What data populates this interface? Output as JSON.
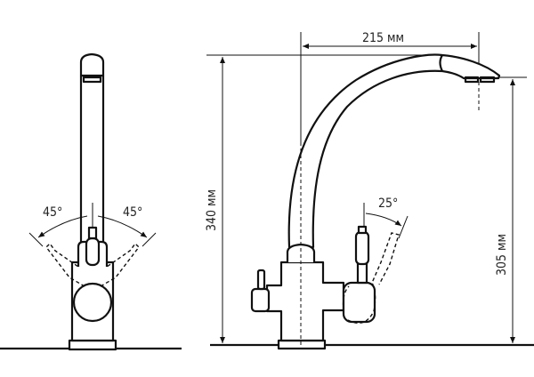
{
  "front_view": {
    "angle_left_label": "45°",
    "angle_right_label": "45°",
    "handle_angle_left_deg": 45,
    "handle_angle_right_deg": 45
  },
  "side_view": {
    "total_height_label": "340 мм",
    "spout_height_label": "305 мм",
    "spout_reach_label": "215 мм",
    "lever_angle_label": "25°",
    "lever_angle_deg": 25
  },
  "colors": {
    "line": "#111111",
    "background": "#ffffff"
  }
}
